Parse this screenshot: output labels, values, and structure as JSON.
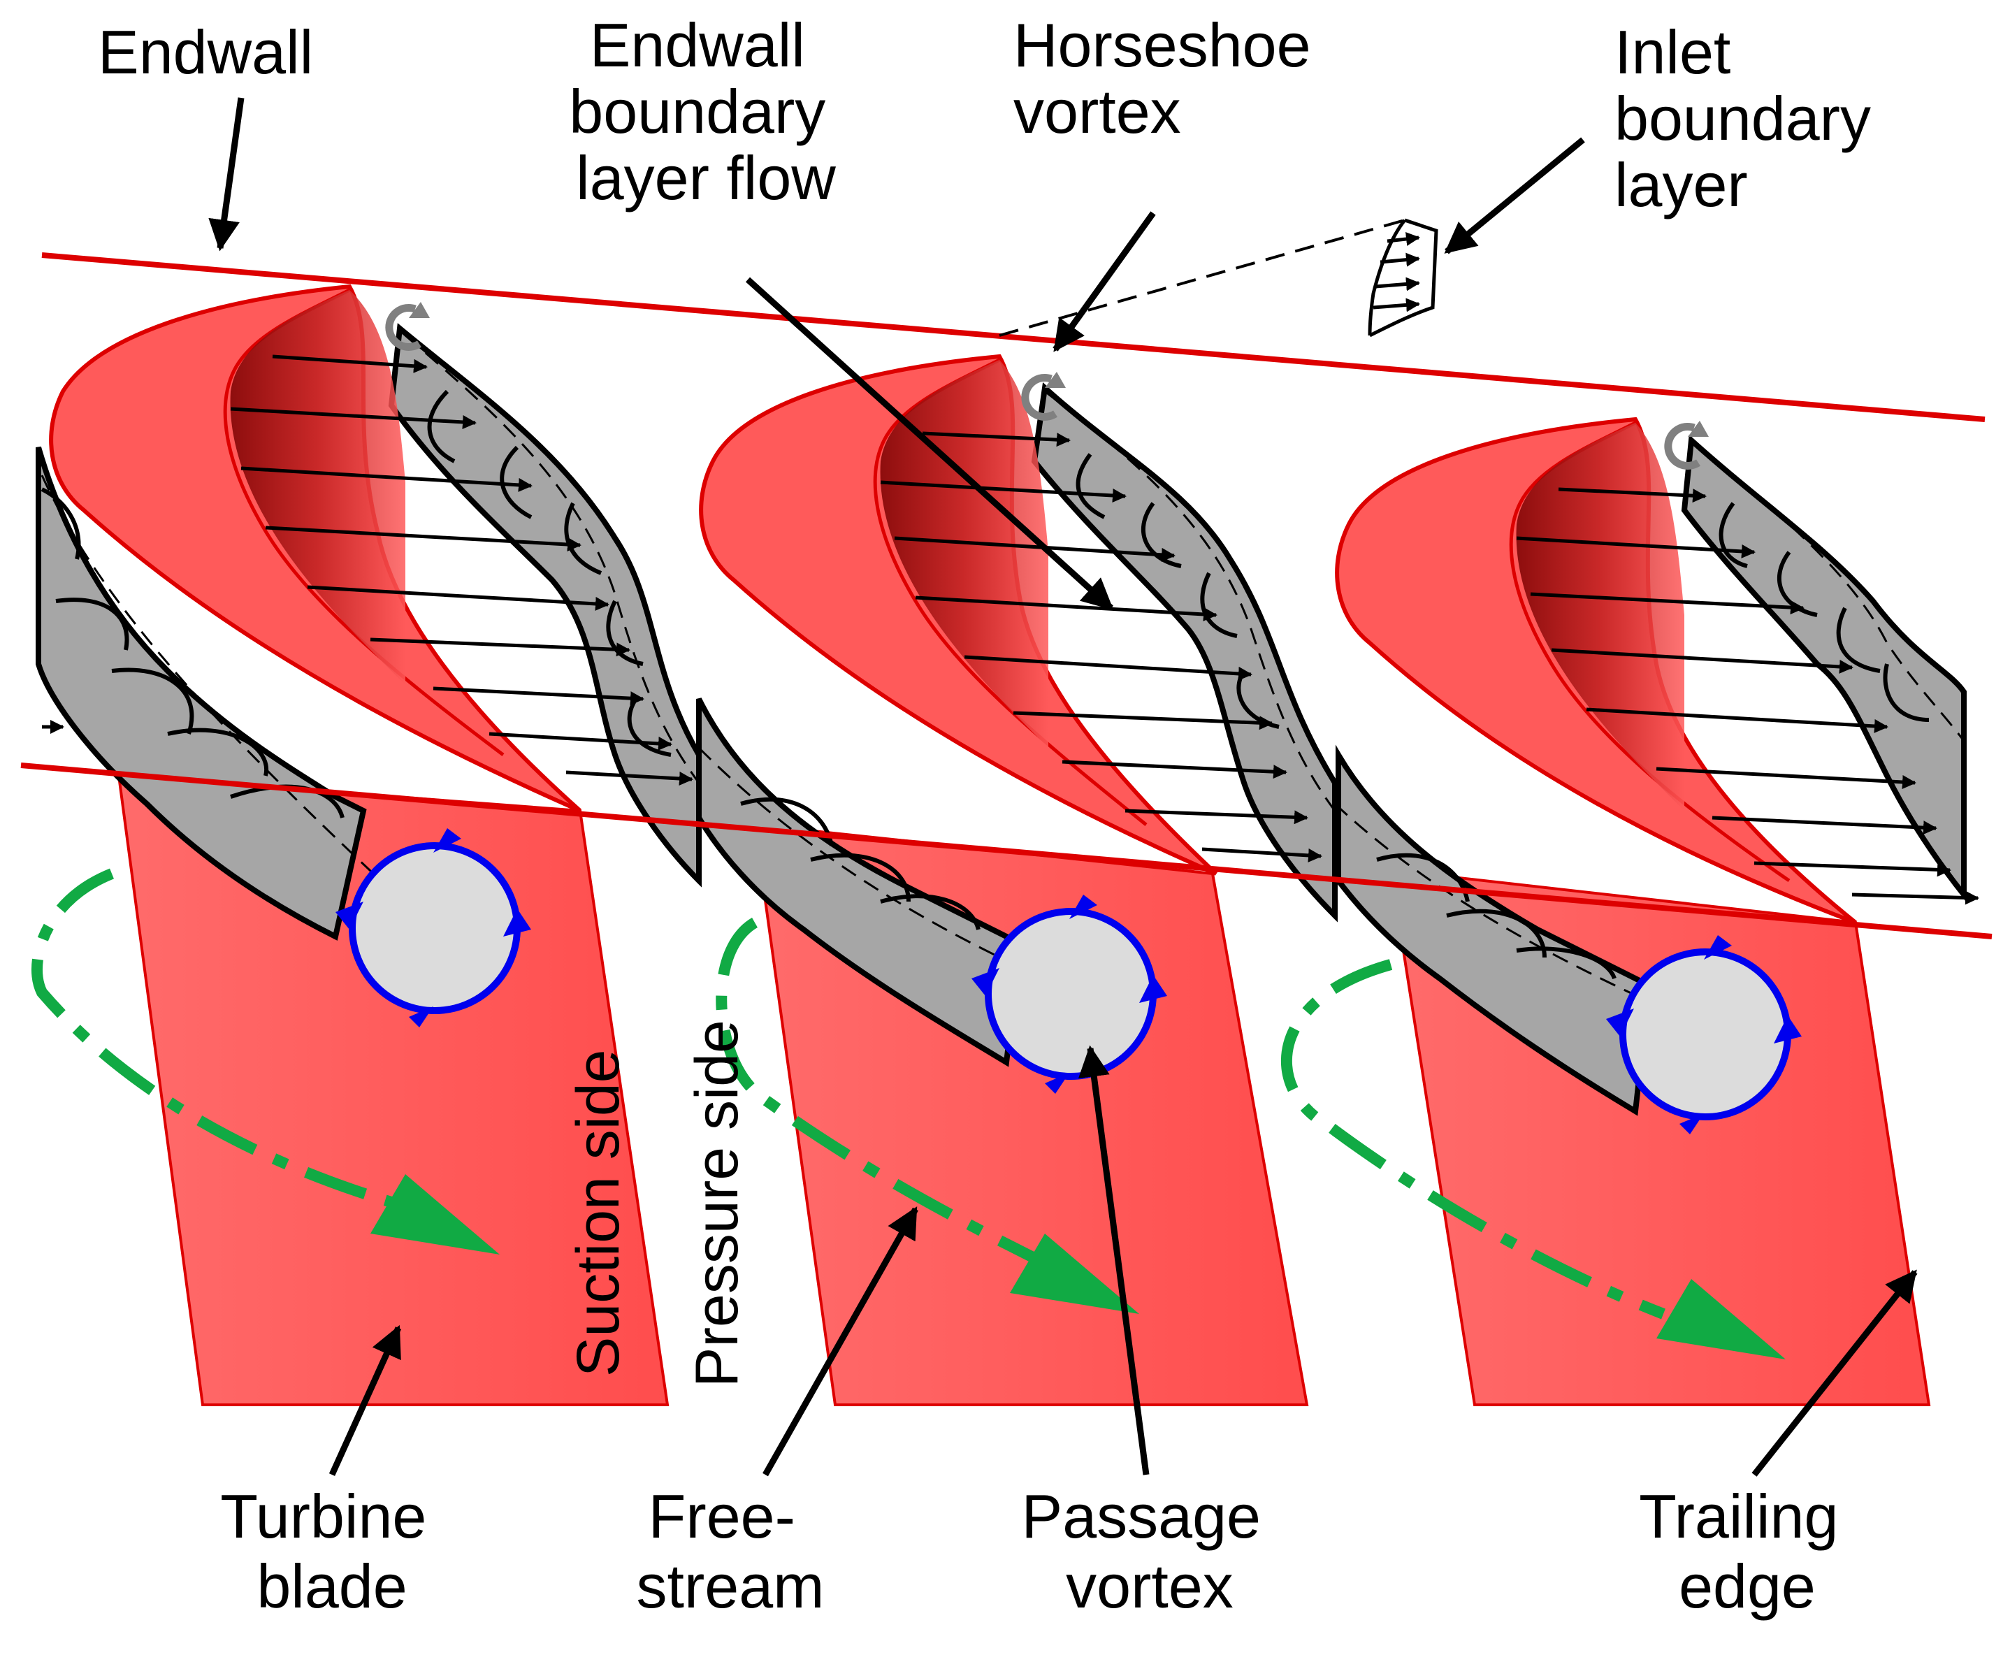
{
  "labels": {
    "endwall": [
      "Endwall"
    ],
    "endwall_bl_flow": [
      "Endwall",
      "boundary",
      "layer flow"
    ],
    "horseshoe": [
      "Horseshoe",
      "vortex"
    ],
    "inlet_bl": [
      "Inlet",
      "boundary",
      "layer"
    ],
    "turbine_blade": [
      "Turbine",
      "blade"
    ],
    "free_stream": [
      "Free-",
      "stream"
    ],
    "passage_vortex": [
      "Passage",
      "vortex"
    ],
    "trailing_edge": [
      "Trailing",
      "edge"
    ],
    "suction_side": "Suction side",
    "pressure_side": "Pressure side"
  },
  "colors": {
    "blade": "#ff5a5a",
    "blade_edge": "#dd0000",
    "endwall_line": "#dd0000",
    "vortex_sheet": "#a6a6a6",
    "vortex_core": "#dcdcdc",
    "vortex_ring": "#0000ee",
    "free_stream": "#11aa44",
    "horseshoe_icon": "#808080",
    "arrow": "#000000"
  }
}
